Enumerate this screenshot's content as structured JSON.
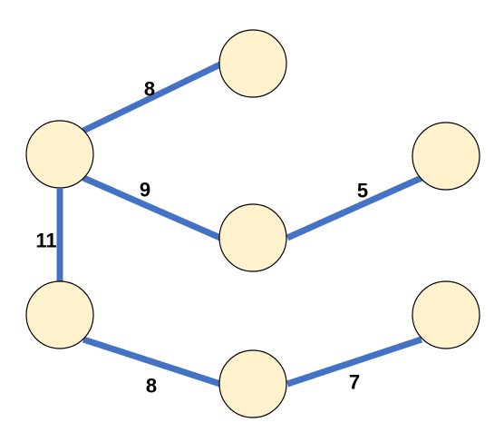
{
  "graph": {
    "colors": {
      "edge": "#4472C4",
      "node_fill": "#FFF2CC",
      "node_stroke": "#000000",
      "label": "#000000"
    },
    "nodes": [
      {
        "id": "n1"
      },
      {
        "id": "n2"
      },
      {
        "id": "n3"
      },
      {
        "id": "n4"
      },
      {
        "id": "n5"
      },
      {
        "id": "n6"
      },
      {
        "id": "n7"
      }
    ],
    "edges": [
      {
        "id": "e1",
        "from": "n1",
        "to": "n2",
        "weight": "8"
      },
      {
        "id": "e2",
        "from": "n2",
        "to": "n3",
        "weight": "9"
      },
      {
        "id": "e3",
        "from": "n3",
        "to": "n4",
        "weight": "5"
      },
      {
        "id": "e4",
        "from": "n2",
        "to": "n5",
        "weight": "11"
      },
      {
        "id": "e5",
        "from": "n5",
        "to": "n6",
        "weight": "8"
      },
      {
        "id": "e6",
        "from": "n6",
        "to": "n7",
        "weight": "7"
      }
    ]
  }
}
